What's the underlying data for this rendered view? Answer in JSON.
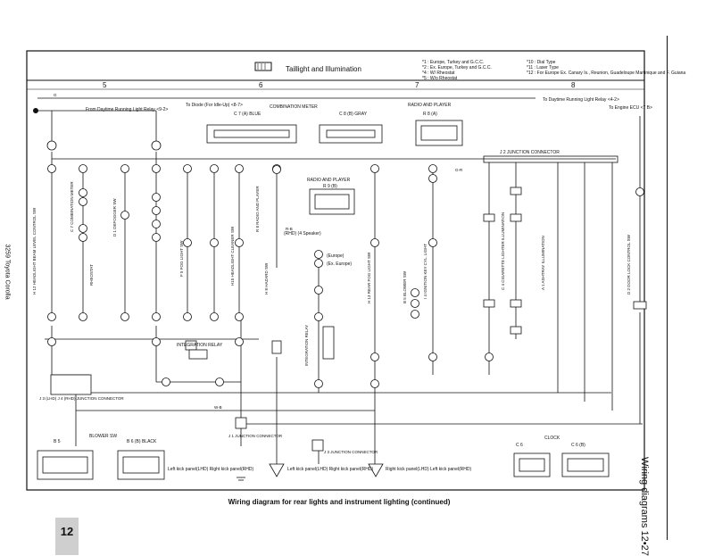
{
  "header": {
    "title": "Taillight and Illumination",
    "notes": [
      "*1 : Europe, Turkey and G.C.C.",
      "*2 : Ex. Europe, Turkey and G.C.C.",
      "*4 : W/ Rheostat",
      "*5 : W/o Rheostat",
      "*10 : Dial Type",
      "*11 : Laser Type",
      "*12 : For Europe Ex. Canary Is., Reunion, Guadeloupe Martinique and F. Guiana"
    ]
  },
  "grid": [
    "5",
    "6",
    "7",
    "8"
  ],
  "labels": {
    "from_drl": "From Daytime Running Light Relay <9-2>",
    "to_diode": "To Diode (For Idle-Up) <8-7>",
    "combination_meter": "COMBINATION METER",
    "c7_blue": "C 7 (A) BLUE",
    "c8_gray": "C 8 (B) GRAY",
    "radio_and_player_top": "RADIO AND PLAYER",
    "r8": "R 8 (A)",
    "to_drl_right": "To Daytime Running Light Relay <4-2>",
    "to_engine_ecu": "To Engine ECU <7 B>",
    "junction_connector_j2": "J 2 JUNCTION CONNECTOR",
    "radio_and_player_mid": "RADIO AND PLAYER",
    "r9": "R 9 (B)",
    "rhd_4speaker": "(RHD) (4 Speaker)",
    "europe": "(Europe)",
    "ex_europe": "(Ex. Europe)",
    "integration_relay_a": "INTEGRATION RELAY",
    "integration_relay_b": "INTEGRATION RELAY",
    "j3_lhd": "J 3 (LHD) J 4 (RHD) JUNCTION CONNECTOR",
    "j1_junction": "J 1 JUNCTION CONNECTOR",
    "j3_junction": "J 3 JUNCTION CONNECTOR",
    "kick_lhd_rhd_1": "Left kick panel(LHD) Right kick panel(RHD)",
    "kick_lhd_rhd_2": "Left kick panel(LHD) Right kick panel(RHD)",
    "kick_lhd_rhd_3": "Right kick panel(LHD) Left kick panel(RHD)",
    "blower_sw": "BLOWER SW",
    "b5": "B 5",
    "b6_black": "B 6 (B) BLACK",
    "clock": "CLOCK",
    "c6": "C 6",
    "c6b": "C 6 (B)",
    "combination_meter_v": "C 7 COMBINATION METER",
    "defogger_sw": "D 1 DEFOGGER SW",
    "fog_light_sw": "F 5 FOG LIGHT SW",
    "headlight_cleaner_sw": "H15 HEADLIGHT CLEANER SW",
    "hazard_sw": "H 8 HAZARD SW",
    "radio_player_v": "R 8 RADIO AND PLAYER",
    "ignition_key": "I 4 IGNITION KEY CYL. LIGHT",
    "cigarette_lighter": "C 4 CIGARETTE LIGHTER ILLUMINATION",
    "ashtray": "A 1 ASHTRAY ILLUMINATION",
    "door_lock": "D 2 DOOR LOCK CONTROL SW",
    "headlight_beam": "H 12 HEADLIGHT BEAM LEVEL CONTROL SW",
    "rheostat": "RHEOSTAT",
    "blower_v": "B 5 BLOWER SW",
    "rear_fog": "H 13 REAR FOG LIGHT SW"
  },
  "wire_colors": [
    "G",
    "W-B",
    "G-R",
    "R-B"
  ],
  "caption": "Wiring diagram for rear lights and instrument lighting (continued)",
  "side_left": "3259 Toyota Corolla",
  "side_right": "Wiring diagrams 12•27",
  "page_number": "12"
}
